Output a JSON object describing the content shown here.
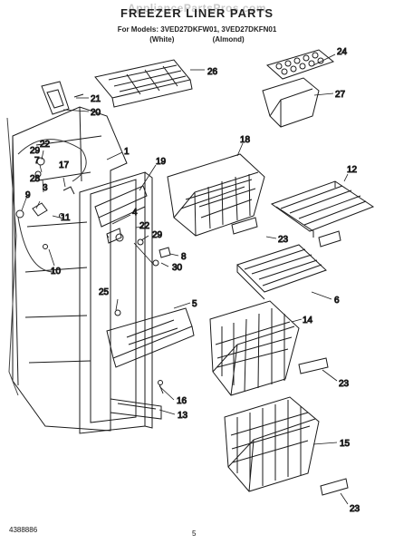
{
  "watermark": "AppliancePartsPros.com",
  "header": {
    "title": "FREEZER LINER PARTS",
    "models_line": "For Models: 3VED27DKFW01, 3VED27DKFN01",
    "variants": [
      "(White)",
      "(Almond)"
    ]
  },
  "callouts": {
    "c1": "1",
    "c3": "3",
    "c4": "4",
    "c5": "5",
    "c6": "6",
    "c7": "7",
    "c8": "8",
    "c9": "9",
    "c10": "10",
    "c11": "11",
    "c12": "12",
    "c13": "13",
    "c14": "14",
    "c15": "15",
    "c16": "16",
    "c17": "17",
    "c18": "18",
    "c19": "19",
    "c20": "20",
    "c21": "21",
    "c22a": "22",
    "c22b": "22",
    "c23a": "23",
    "c23b": "23",
    "c23c": "23",
    "c24": "24",
    "c25": "25",
    "c26": "26",
    "c27": "27",
    "c28": "28",
    "c29a": "29",
    "c29b": "29",
    "c30": "30"
  },
  "footer": {
    "doc_number": "4388886",
    "page_number": "5"
  }
}
